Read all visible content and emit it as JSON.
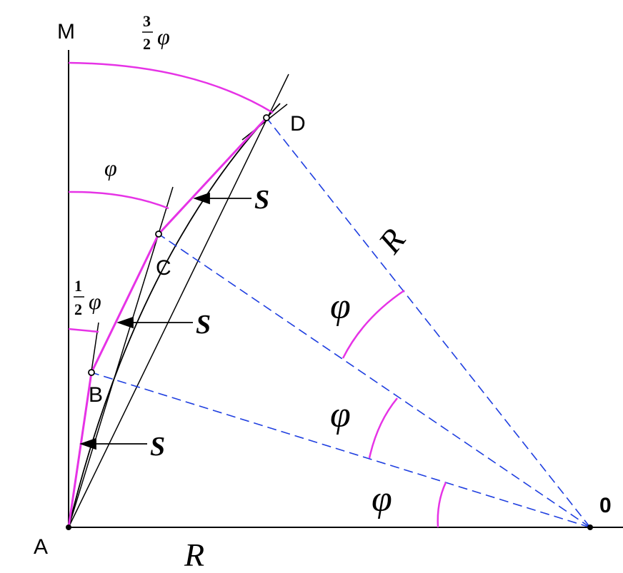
{
  "points": {
    "M": "M",
    "A": "A",
    "B": "B",
    "C": "C",
    "D": "D",
    "O": "0"
  },
  "radius_label": "R",
  "chord_label": "S",
  "angle_symbol": "φ",
  "half_coef": {
    "num": "1",
    "den": "2"
  },
  "three_half_coef": {
    "num": "3",
    "den": "2"
  },
  "colors": {
    "line": "#000000",
    "chord": "#e633e6",
    "radius": "#1f3fe0"
  }
}
